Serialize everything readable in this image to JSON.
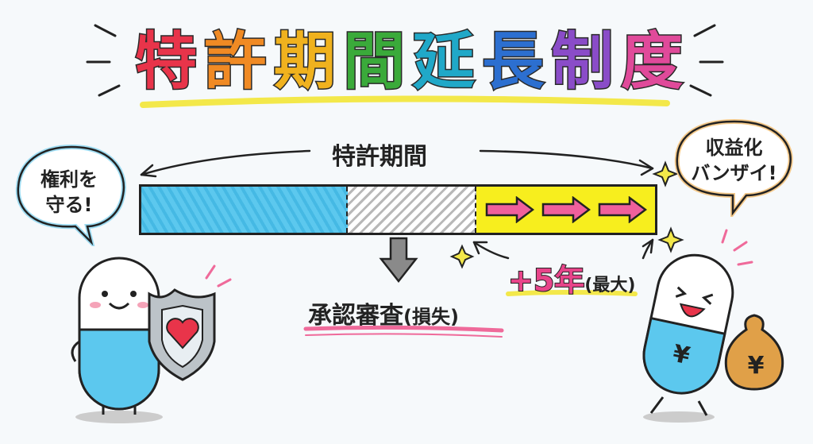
{
  "title": {
    "chars": [
      "特",
      "許",
      "期",
      "間",
      "延",
      "長",
      "制",
      "度"
    ],
    "colors": [
      "#e8344a",
      "#f08a24",
      "#f0b21e",
      "#3aaa3a",
      "#20a8c8",
      "#2c6fd0",
      "#8a4cc8",
      "#e04a9a"
    ]
  },
  "timeline": {
    "label": "特許期間",
    "segments": [
      "protected",
      "approval-loss",
      "extension"
    ]
  },
  "left_bubble": {
    "line1": "権利を",
    "line2": "守る!"
  },
  "right_bubble": {
    "line1": "収益化",
    "line2": "バンザイ!"
  },
  "approval": {
    "label": "承認審査",
    "note": "(損失)"
  },
  "extension": {
    "plus": "+5年",
    "note": "(最大)"
  },
  "colors": {
    "blue": "#4cc0ea",
    "yellow": "#f7ee1e",
    "pink": "#f0609c",
    "underline_yellow": "#f3e84a",
    "underline_pink": "#ef6a9a"
  },
  "yen": "¥"
}
